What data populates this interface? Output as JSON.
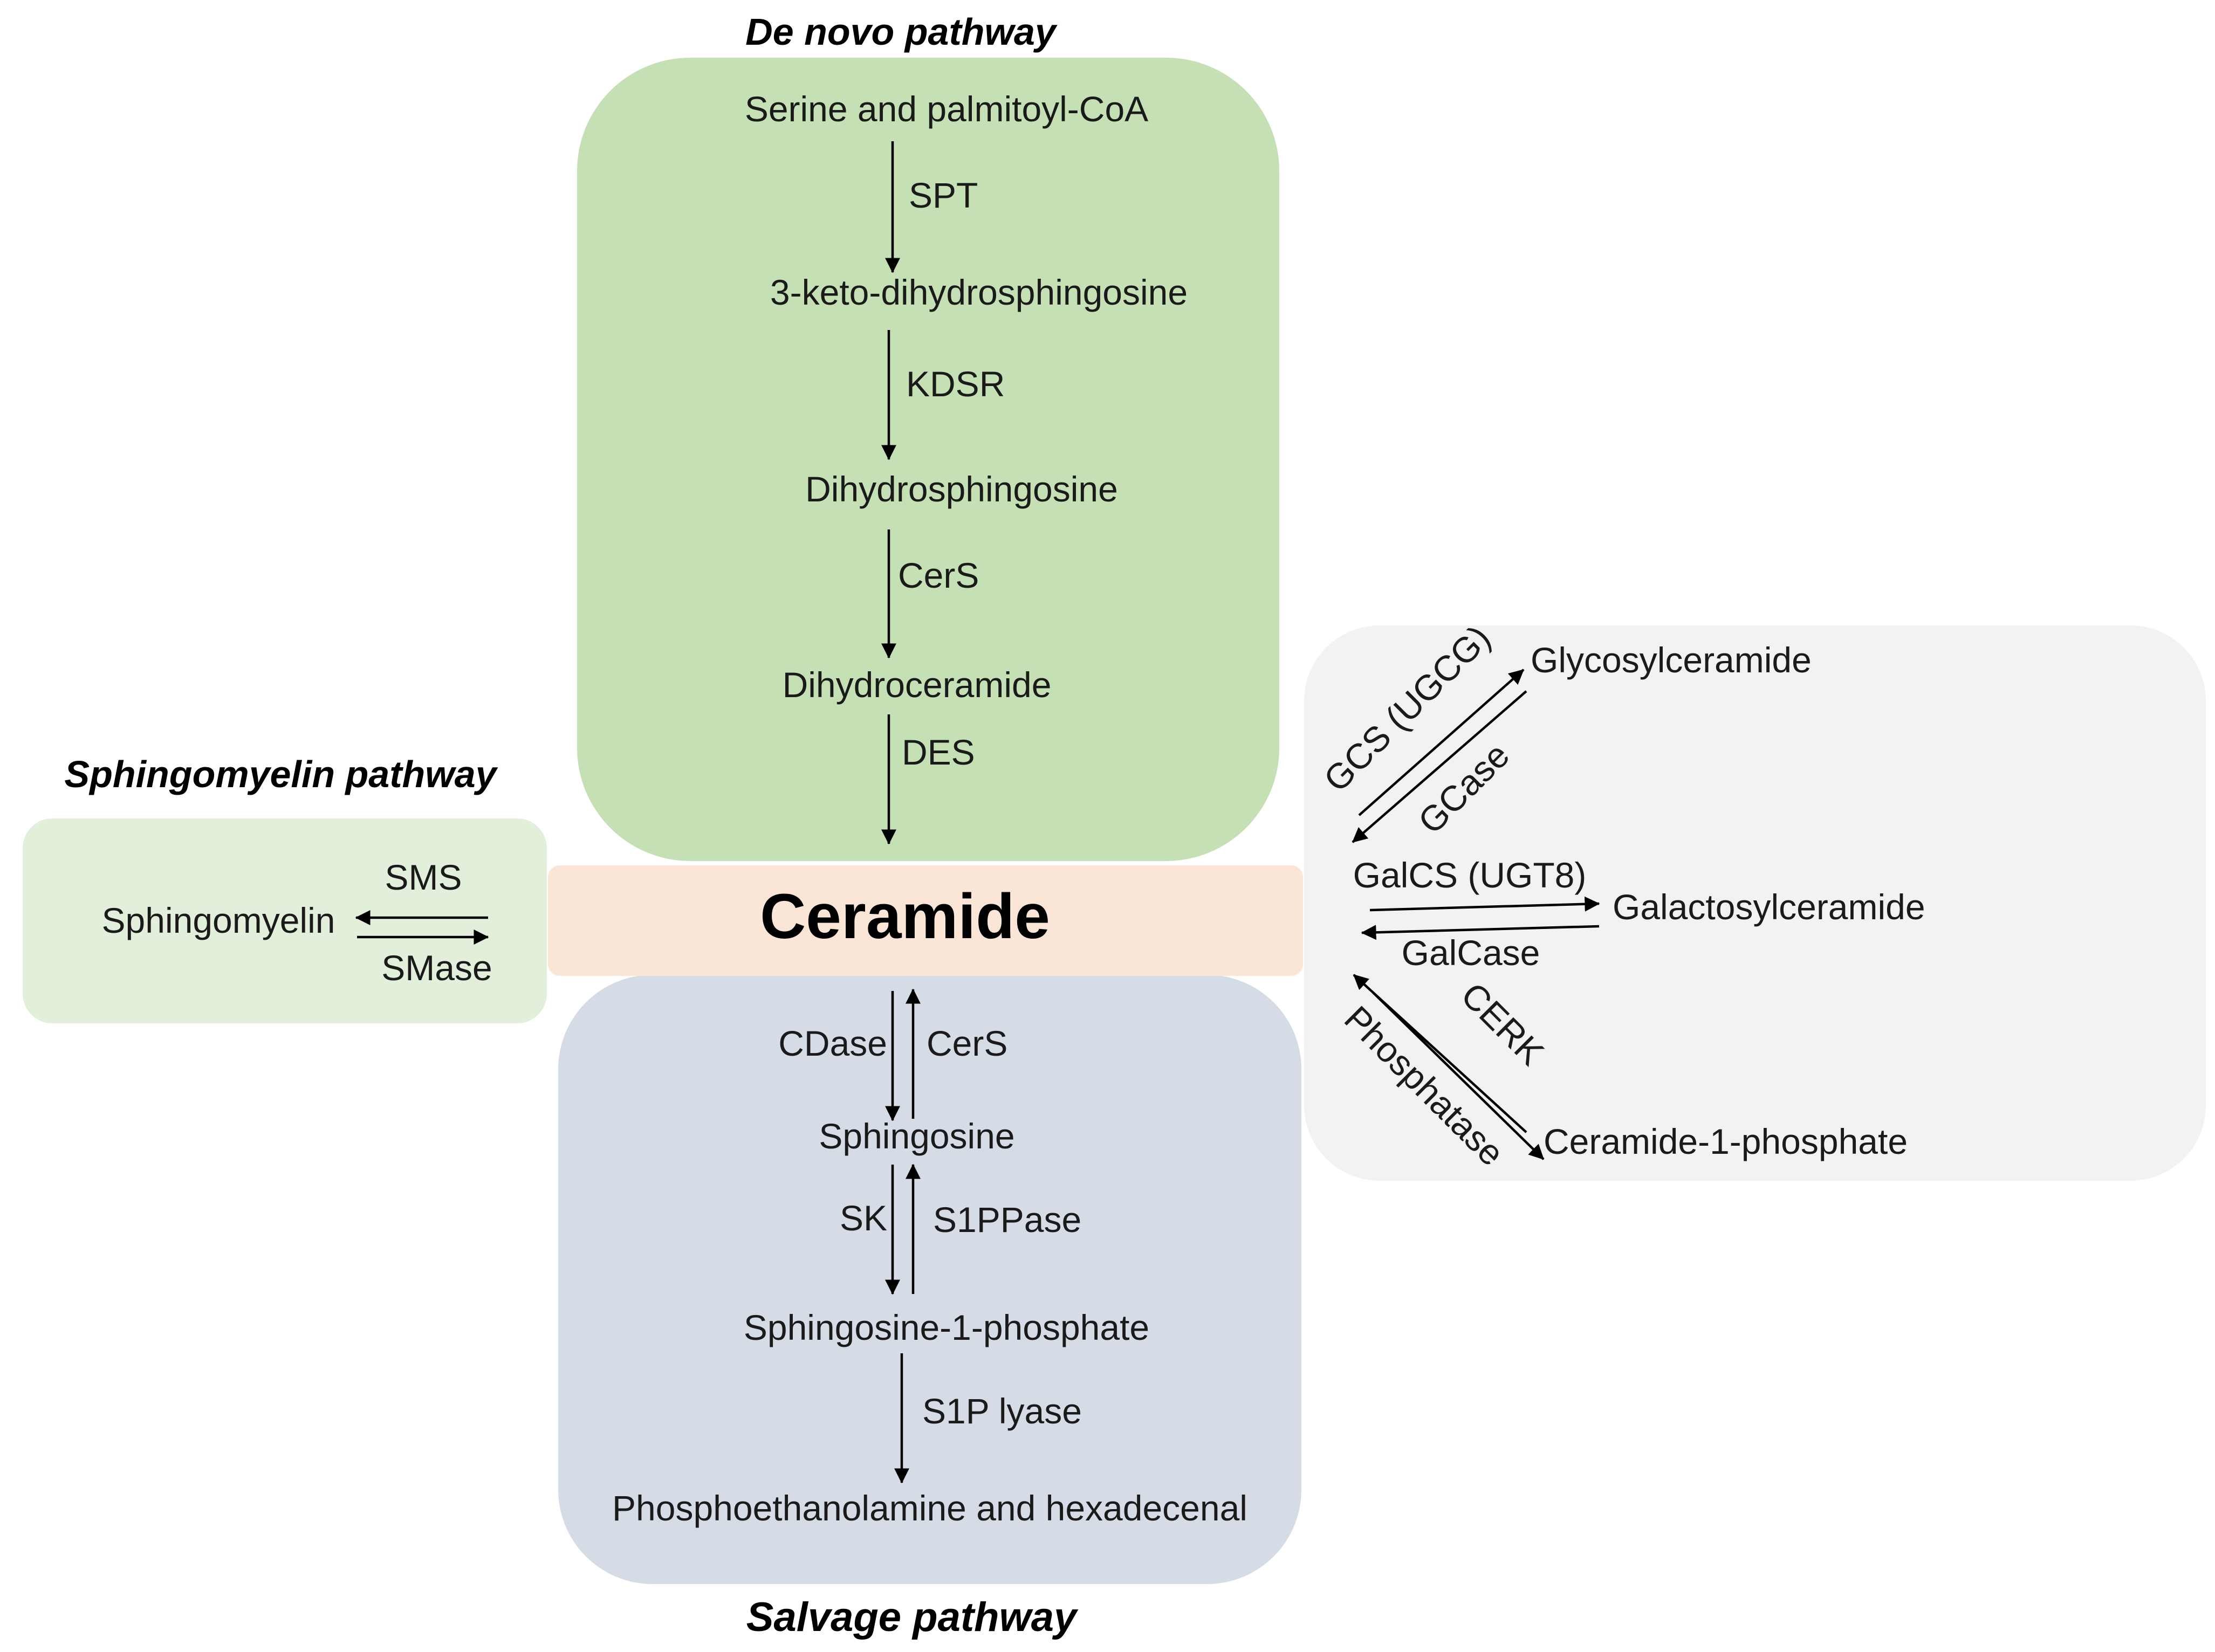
{
  "titles": {
    "de_novo": "De novo pathway",
    "sphingomyelin": "Sphingomyelin  pathway",
    "salvage": "Salvage pathway"
  },
  "center": {
    "label": "Ceramide"
  },
  "de_novo": {
    "metabolites": [
      "Serine and palmitoyl-CoA",
      "3-keto-dihydrosphingosine",
      "Dihydrosphingosine",
      "Dihydroceramide"
    ],
    "enzymes": [
      "SPT",
      "KDSR",
      "CerS",
      "DES"
    ]
  },
  "sphingomyelin": {
    "metabolite": "Sphingomyelin",
    "enzyme_forward": "SMS",
    "enzyme_reverse": "SMase"
  },
  "salvage": {
    "metabolites": [
      "Sphingosine",
      "Sphingosine-1-phosphate",
      "Phosphoethanolamine and hexadecenal"
    ],
    "enzymes": {
      "cdase": "CDase",
      "cers": "CerS",
      "sk": "SK",
      "s1ppase": "S1PPase",
      "s1p_lyase": "S1P lyase"
    }
  },
  "right": {
    "metabolites": [
      "Glycosylceramide",
      "Galactosylceramide",
      "Ceramide-1-phosphate"
    ],
    "enzymes": {
      "gcs": "GCS (UGCG)",
      "gcase": "GCase",
      "galcs": "GalCS (UGT8)",
      "galcase": "GalCase",
      "cerk": "CERK",
      "phosphatase": "Phosphatase"
    }
  },
  "colors": {
    "de_novo_box": "#c5e0b4",
    "sphingomyelin_box": "#e2efda",
    "ceramide_bar": "#fbe5d6",
    "salvage_box": "#d6dce5",
    "right_box": "#f2f2f2"
  }
}
